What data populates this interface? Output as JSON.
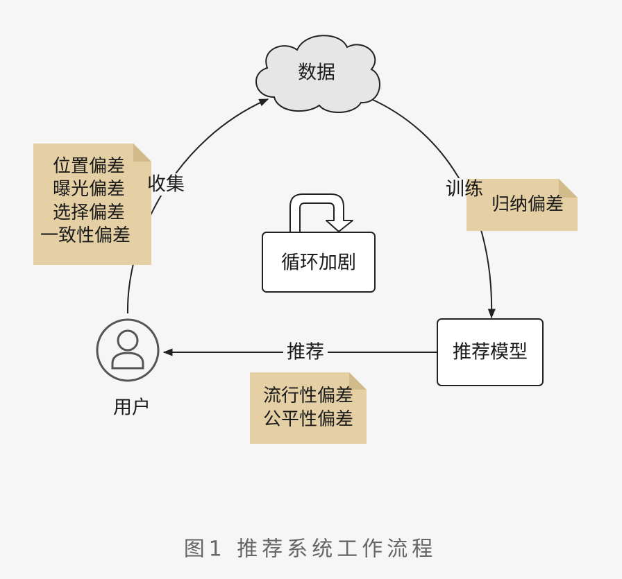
{
  "diagram": {
    "cloud": {
      "label": "数据"
    },
    "model": {
      "label": "推荐模型"
    },
    "user": {
      "label": "用户",
      "icon": "user-icon"
    },
    "loop": {
      "label": "循环加剧",
      "icon": "u-turn-arrow-icon"
    },
    "edges": {
      "collect": "收集",
      "train": "训练",
      "recommend": "推荐"
    },
    "notes": {
      "collect_bias": [
        "位置偏差",
        "曝光偏差",
        "选择偏差",
        "一致性偏差"
      ],
      "train_bias": [
        "归纳偏差"
      ],
      "recommend_bias": [
        "流行性偏差",
        "公平性偏差"
      ]
    }
  },
  "caption": "图1 推荐系统工作流程",
  "colors": {
    "background": "#f6f6f6",
    "note_fill": "#e4d0a4",
    "note_fold": "#d2bb8a",
    "cloud_fill": "#e6e6e6",
    "line": "#222222",
    "icon_stroke": "#555555",
    "caption": "#666666"
  }
}
